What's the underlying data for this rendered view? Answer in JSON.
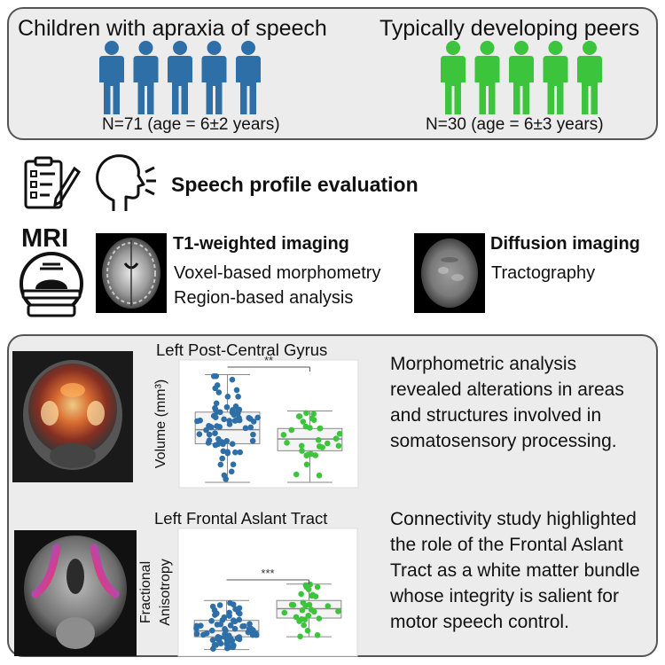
{
  "cohorts": {
    "apraxia": {
      "title": "Children with apraxia of speech",
      "n_label": "N=71 (age = 6±2 years)",
      "color": "#2f6fa8",
      "icon": "people-group-icon"
    },
    "typical": {
      "title": "Typically developing peers",
      "n_label": "N=30 (age = 6±3 years)",
      "color": "#3dc43d",
      "icon": "people-group-icon"
    }
  },
  "evaluation": {
    "label": "Speech profile evaluation",
    "icons": [
      "checklist-clipboard-icon",
      "speaking-head-icon"
    ]
  },
  "mri": {
    "label": "MRI",
    "icon": "mri-scanner-icon",
    "t1": {
      "title": "T1-weighted imaging",
      "methods": [
        "Voxel-based morphometry",
        "Region-based analysis"
      ]
    },
    "diffusion": {
      "title": "Diffusion imaging",
      "methods": [
        "Tractography"
      ]
    }
  },
  "results": {
    "morphometry": {
      "description": "Morphometric analysis revealed alterations in areas and structures involved in somatosensory processing."
    },
    "connectivity": {
      "description": "Connectivity study highlighted the role of the Frontal Aslant Tract as a white matter bundle whose integrity is salient for motor speech control."
    }
  },
  "chart_data": [
    {
      "type": "box",
      "title": "Left Post-Central Gyrus",
      "xlabel": "",
      "ylabel": "Volume (mm³)",
      "significance": "**",
      "grid": false,
      "series": [
        {
          "color": "#2f6fa8",
          "box": {
            "min": 0.0,
            "q1": 0.33,
            "median": 0.45,
            "q3": 0.6,
            "max": 0.92
          }
        },
        {
          "color": "#3dc43d",
          "box": {
            "min": 0.0,
            "q1": 0.27,
            "median": 0.37,
            "q3": 0.46,
            "max": 0.61
          }
        }
      ]
    },
    {
      "type": "box",
      "title": "Left Frontal Aslant Tract",
      "xlabel": "",
      "ylabel": "Fractional Anisotropy",
      "significance": "***",
      "grid": false,
      "series": [
        {
          "color": "#2f6fa8",
          "box": {
            "min": 0.01,
            "q1": 0.12,
            "median": 0.17,
            "q3": 0.26,
            "max": 0.43
          }
        },
        {
          "color": "#3dc43d",
          "box": {
            "min": 0.12,
            "q1": 0.28,
            "median": 0.36,
            "q3": 0.43,
            "max": 0.57
          }
        }
      ]
    }
  ]
}
